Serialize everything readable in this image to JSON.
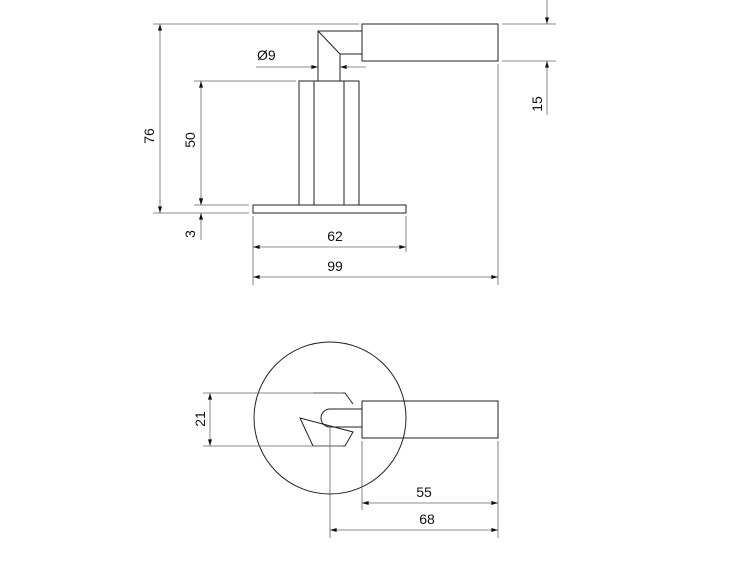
{
  "side_view": {
    "dim_total_height": "76",
    "dim_post_height": "50",
    "dim_base_thickness": "3",
    "dim_stem_diameter": "Ø9",
    "dim_base_width": "62",
    "dim_total_length": "99",
    "dim_lever_height": "15"
  },
  "top_view": {
    "dim_hex_width": "21",
    "dim_lever_length": "55",
    "dim_lever_reach": "68"
  }
}
